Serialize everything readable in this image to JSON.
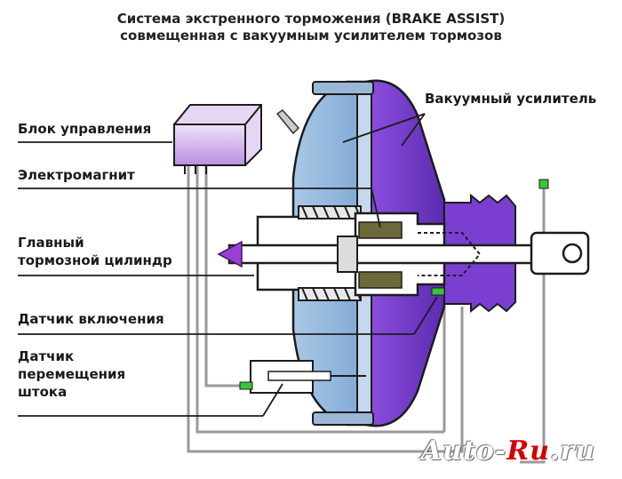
{
  "title": {
    "line1": "Система экстренного торможения (BRAKE ASSIST)",
    "line2": "совмещенная с вакуумным усилителем тормозов"
  },
  "labels": {
    "control_unit": "Блок управления",
    "electromagnet": "Электромагнит",
    "master_cylinder_1": "Главный",
    "master_cylinder_2": "тормозной цилиндр",
    "activation_sensor": "Датчик включения",
    "rod_sensor_1": "Датчик",
    "rod_sensor_2": "перемещения",
    "rod_sensor_3": "штока",
    "vacuum_booster": "Вакуумный усилитель"
  },
  "watermark": {
    "prefix": "Auto-",
    "brand": "Ru",
    "suffix": ".ru"
  },
  "colors": {
    "light_chamber": "#8ab4dc",
    "dark_chamber": "#7a3fd0",
    "control_unit": "#c9a4e8",
    "arrow": "#9b3fd1",
    "wires": "#9a9a9a",
    "sensor_green": "#39c43a"
  }
}
